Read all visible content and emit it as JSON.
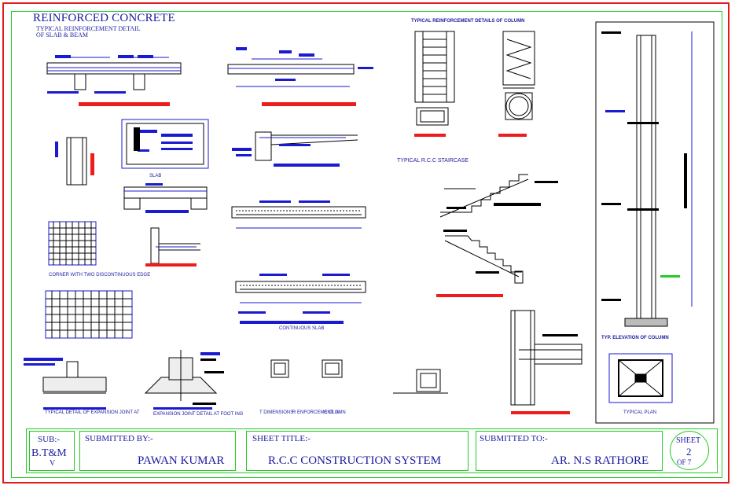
{
  "sheet": {
    "heading": "REINFORCED CONCRETE",
    "subheading_line1": "TYPICAL REINFORCEMENT DETAIL",
    "subheading_line2": "OF SLAB & BEAM"
  },
  "captions": {
    "column_details": "TYPICAL REINFORCEMENT DETAILS OF COLUMN",
    "staircase": "TYPICAL R.C.C STAIRCASE",
    "corner": "CORNER WITH TWO DISCONTINUOUS EDGE",
    "continuous_slab": "CONTINUOUS SLAB",
    "expansion_joint_1": "TYPICAL DETAIL OF EXPANSION JOINT AT",
    "expansion_joint_2": "EXPANSION JOINT DETAIL AT FOOT ING",
    "column_elevation": "TYP. ELEVATION OF COLUMN",
    "typical_plan": "TYPICAL PLAN",
    "ties_1": "T DIMENSIONS",
    "ties_2": "R ENFORCEMENT IN",
    "ties_3": "C OLUMN",
    "slab_label": "SLAB"
  },
  "title_block": {
    "sub_label": "SUB:-",
    "sub_value": "B.T&M",
    "sub_sub": "V",
    "submitted_by_label": "SUBMITTED BY:-",
    "submitted_by_value": "PAWAN KUMAR",
    "sheet_title_label": "SHEET TITLE:-",
    "sheet_title_value": "R.C.C CONSTRUCTION SYSTEM",
    "submitted_to_label": "SUBMITTED TO:-",
    "submitted_to_value": "AR. N.S RATHORE",
    "sheet_label": "SHEET",
    "sheet_number": "2",
    "sheet_of": "OF 7"
  },
  "colors": {
    "frame_red": "#e41a1a",
    "frame_green": "#22cc22",
    "text_blue": "#1a1aa0",
    "accent_blue": "#1a1ad0",
    "accent_red": "#ee1c1c"
  }
}
